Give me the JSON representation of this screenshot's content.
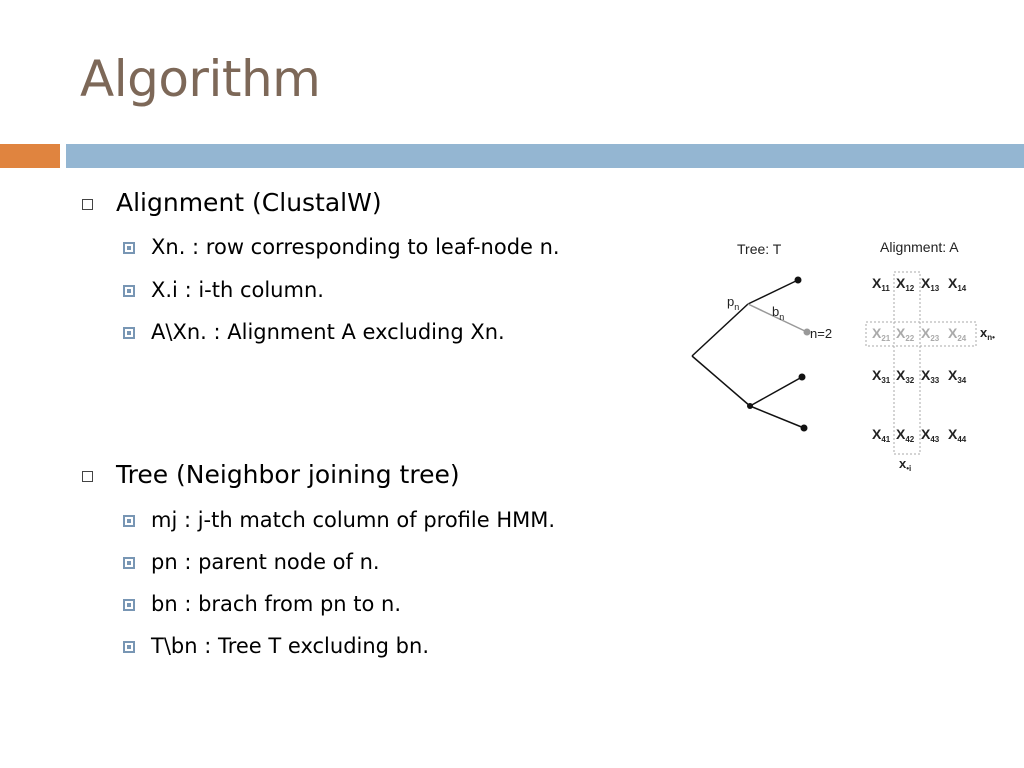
{
  "slide": {
    "title": "Algorithm",
    "sections": [
      {
        "heading": "Alignment (ClustalW)",
        "items": [
          "Xn. : row corresponding to leaf-node n.",
          "X.i : i-th column.",
          "A\\Xn. : Alignment A excluding Xn."
        ]
      },
      {
        "heading": "Tree (Neighbor joining tree)",
        "items": [
          "mj : j-th match column of profile HMM.",
          "pn : parent node of n.",
          "bn : brach from pn to n.",
          "T\\bn : Tree T excluding bn."
        ]
      }
    ]
  },
  "figure": {
    "tree_label": "Tree: T",
    "alignment_label": "Alignment: A",
    "node_p": "p",
    "node_p_sub": "n",
    "branch_b": "b",
    "branch_b_sub": "n",
    "n_label": "n=2",
    "row_label": "x",
    "row_label_sub": "n•",
    "col_label": "x",
    "col_label_sub": "•i",
    "matrix": [
      [
        "11",
        "12",
        "13",
        "14"
      ],
      [
        "21",
        "22",
        "23",
        "24"
      ],
      [
        "31",
        "32",
        "33",
        "34"
      ],
      [
        "41",
        "42",
        "43",
        "44"
      ]
    ],
    "cell_letter": "X"
  }
}
